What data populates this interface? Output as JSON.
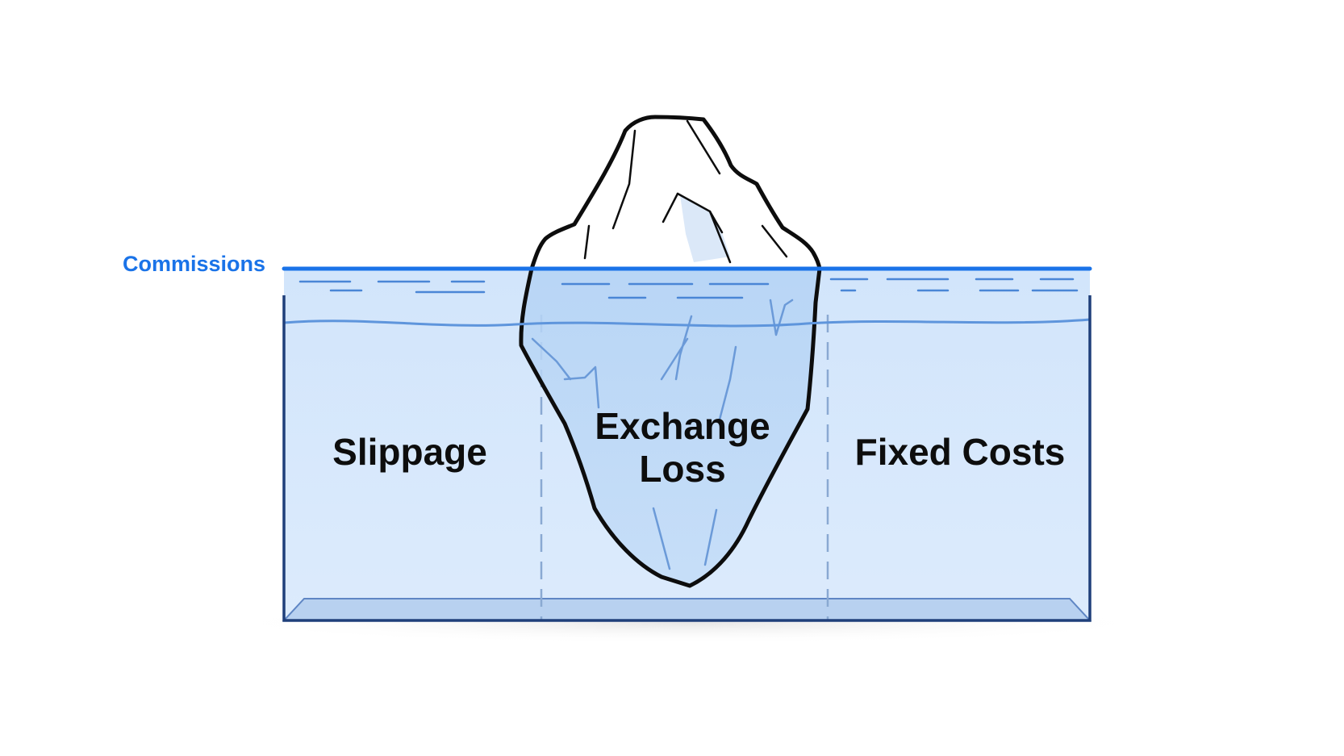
{
  "surface_label": "Commissions",
  "sections": {
    "left": "Slippage",
    "center_line1": "Exchange",
    "center_line2": "Loss",
    "right": "Fixed Costs"
  },
  "colors": {
    "surface_line": "#1a73e8",
    "water_fill": "#d7e8fb",
    "tank_outline": "#1f3f7a",
    "iceberg_outline": "#0d0d0d",
    "label_accent": "#1a73e8"
  }
}
